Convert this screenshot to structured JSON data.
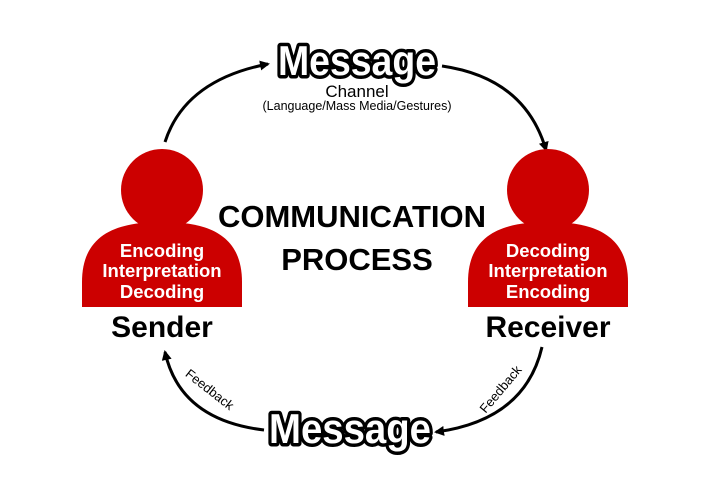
{
  "top_message": "Message",
  "channel": {
    "label": "Channel",
    "detail": "(Language/Mass Media/Gestures)"
  },
  "bottom_message": "Message",
  "title": [
    "COMMUNICATION",
    "PROCESS"
  ],
  "sender": {
    "role": "Sender",
    "steps": [
      "Encoding",
      "Interpretation",
      "Decoding"
    ]
  },
  "receiver": {
    "role": "Receiver",
    "steps": [
      "Decoding",
      "Interpretation",
      "Encoding"
    ]
  },
  "feedback_left": "Feedback",
  "feedback_right": "Feedback",
  "colors": {
    "person": "#cc0000",
    "text": "#000000"
  },
  "icons": {
    "sender": "person-icon",
    "receiver": "person-icon"
  }
}
